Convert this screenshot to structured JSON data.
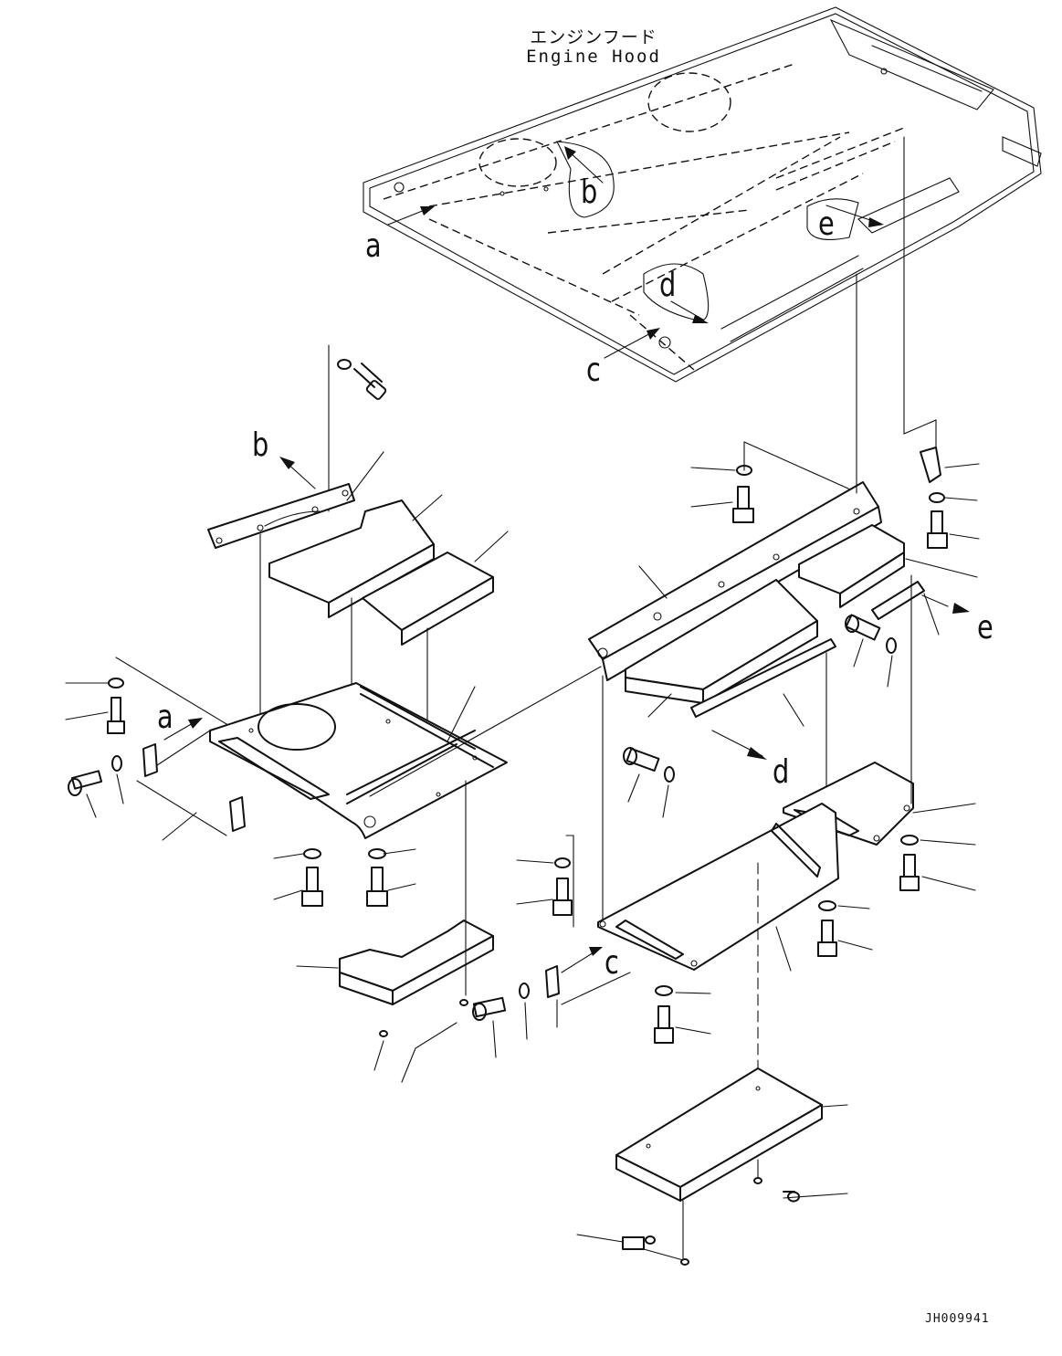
{
  "caption": {
    "jp": "エンジンフード",
    "en": "Engine Hood"
  },
  "drawing_code": "JH009941",
  "labels": {
    "a": "a",
    "b": "b",
    "c": "c",
    "d": "d",
    "e": "e"
  }
}
